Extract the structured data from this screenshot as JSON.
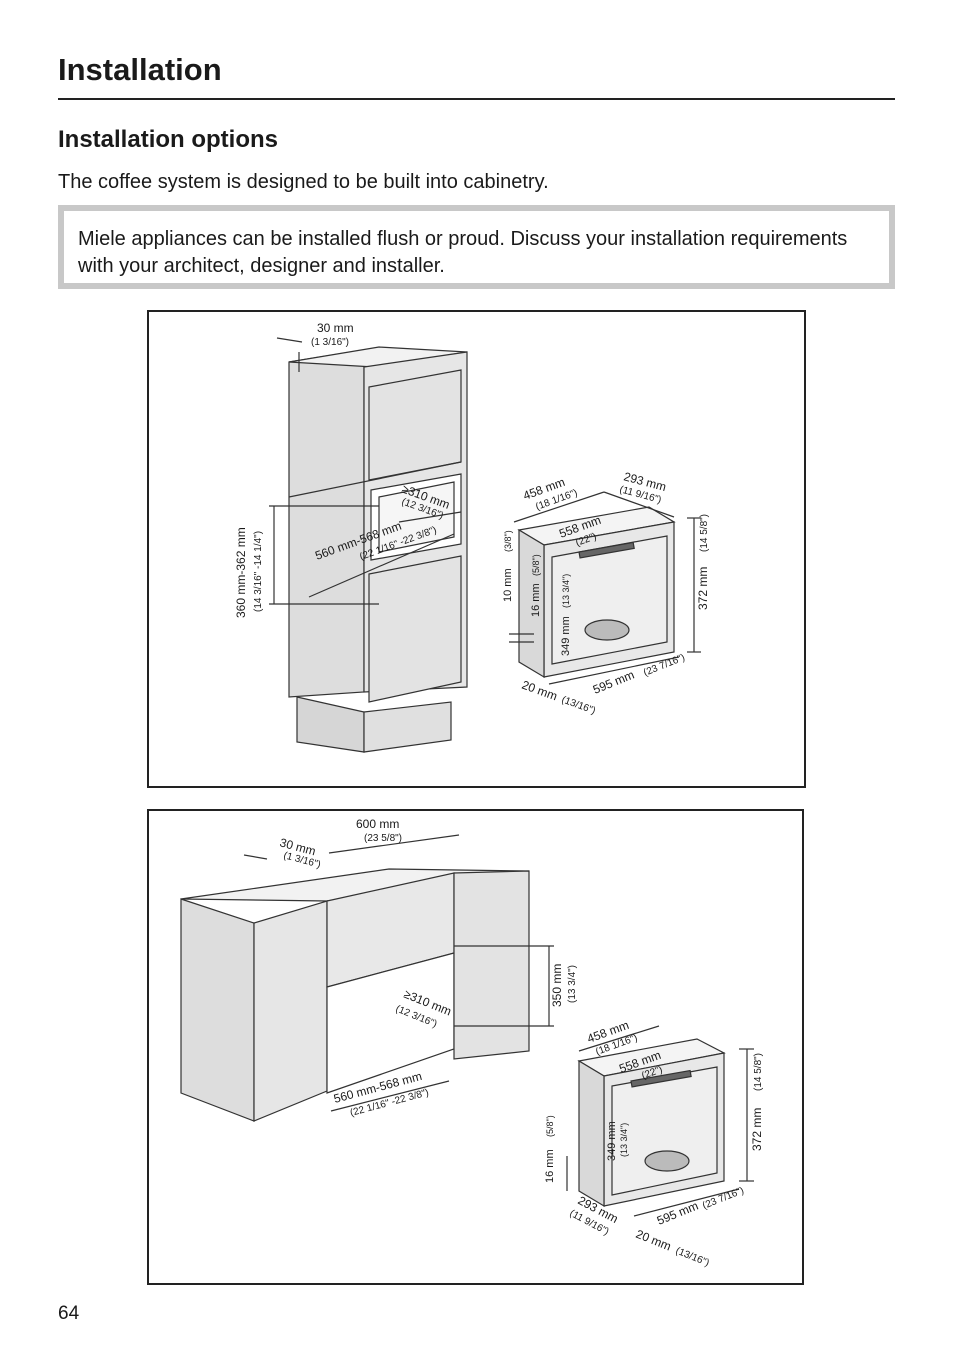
{
  "header": {
    "title": "Installation",
    "subtitle": "Installation options",
    "intro": "The coffee system is designed to be built into cabinetry."
  },
  "note": {
    "text": "Miele appliances can be installed flush or proud. Discuss your installation requirements with your architect, designer and installer."
  },
  "figure_tall": {
    "dim_top_gap": "30 mm",
    "dim_top_gap_in": "(1 3/16\")",
    "dim_niche_depth": "≥310 mm",
    "dim_niche_depth_in": "(12 3/16\")",
    "dim_niche_width": "560 mm-568 mm",
    "dim_niche_width_in": "(22 1/16\" -22 3/8\")",
    "dim_niche_height": "360 mm-362 mm",
    "dim_niche_height_in": "(14 3/16\" -14 1/4\")",
    "app_depth": "458 mm",
    "app_depth_in": "(18 1/16\")",
    "app_side": "293 mm",
    "app_side_in": "(11 9/16\")",
    "app_inner_width": "558 mm",
    "app_inner_width_in": "(22\")",
    "app_height": "372 mm",
    "app_height_in": "(14 5/8\")",
    "app_10": "10 mm",
    "app_10_in": "(3/8\")",
    "app_16": "16 mm",
    "app_16_in": "(5/8\")",
    "app_349": "349 mm",
    "app_349_in": "(13 3/4\")",
    "app_width": "595 mm",
    "app_width_in": "(23 7/16\")",
    "app_20": "20 mm",
    "app_20_in": "(13/16\")"
  },
  "figure_wide": {
    "dim_top_width": "600 mm",
    "dim_top_width_in": "(23 5/8\")",
    "dim_top_gap": "30 mm",
    "dim_top_gap_in": "(1 3/16\")",
    "dim_niche_height": "350 mm",
    "dim_niche_height_in": "(13 3/4\")",
    "dim_niche_depth": "≥310 mm",
    "dim_niche_depth_in": "(12 3/16\")",
    "dim_niche_width": "560 mm-568 mm",
    "dim_niche_width_in": "(22 1/16\" -22 3/8\")",
    "app_depth": "458 mm",
    "app_depth_in": "(18 1/16\")",
    "app_inner_width": "558 mm",
    "app_inner_width_in": "(22\")",
    "app_height": "372 mm",
    "app_height_in": "(14 5/8\")",
    "app_349": "349 mm",
    "app_349_in": "(13 3/4\")",
    "app_16": "16 mm",
    "app_16_in": "(5/8\")",
    "app_side": "293 mm",
    "app_side_in": "(11 9/16\")",
    "app_width": "595 mm",
    "app_width_in": "(23 7/16\")",
    "app_20": "20 mm",
    "app_20_in": "(13/16\")"
  },
  "footer": {
    "page_number": "64"
  }
}
